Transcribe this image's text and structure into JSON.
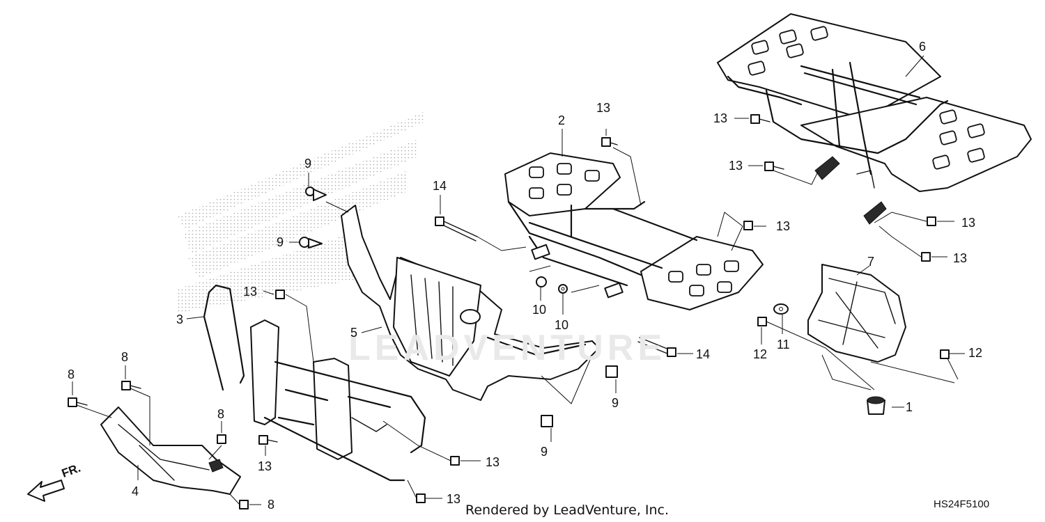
{
  "diagram": {
    "footer_text": "Rendered by LeadVenture, Inc.",
    "diagram_code": "HS24F5100",
    "direction_label": "FR.",
    "watermark_text": "LEADVENTURE",
    "callouts": [
      {
        "id": "c6",
        "label": "6"
      },
      {
        "id": "c13a",
        "label": "13"
      },
      {
        "id": "c13b",
        "label": "13"
      },
      {
        "id": "c13c",
        "label": "13"
      },
      {
        "id": "c13d",
        "label": "13"
      },
      {
        "id": "c13e",
        "label": "13"
      },
      {
        "id": "c2",
        "label": "2"
      },
      {
        "id": "c13f",
        "label": "13"
      },
      {
        "id": "c9a",
        "label": "9"
      },
      {
        "id": "c9b",
        "label": "9"
      },
      {
        "id": "c14a",
        "label": "14"
      },
      {
        "id": "c7",
        "label": "7"
      },
      {
        "id": "c13g",
        "label": "13"
      },
      {
        "id": "c10a",
        "label": "10"
      },
      {
        "id": "c10b",
        "label": "10"
      },
      {
        "id": "c3",
        "label": "3"
      },
      {
        "id": "c5",
        "label": "5"
      },
      {
        "id": "c12a",
        "label": "12"
      },
      {
        "id": "c11",
        "label": "11"
      },
      {
        "id": "c14b",
        "label": "14"
      },
      {
        "id": "c12b",
        "label": "12"
      },
      {
        "id": "c8a",
        "label": "8"
      },
      {
        "id": "c8b",
        "label": "8"
      },
      {
        "id": "c9c",
        "label": "9"
      },
      {
        "id": "c1",
        "label": "1"
      },
      {
        "id": "c8c",
        "label": "8"
      },
      {
        "id": "c13h",
        "label": "13"
      },
      {
        "id": "c9d",
        "label": "9"
      },
      {
        "id": "c13i",
        "label": "13"
      },
      {
        "id": "c4",
        "label": "4"
      },
      {
        "id": "c8d",
        "label": "8"
      },
      {
        "id": "c13j",
        "label": "13"
      }
    ]
  }
}
